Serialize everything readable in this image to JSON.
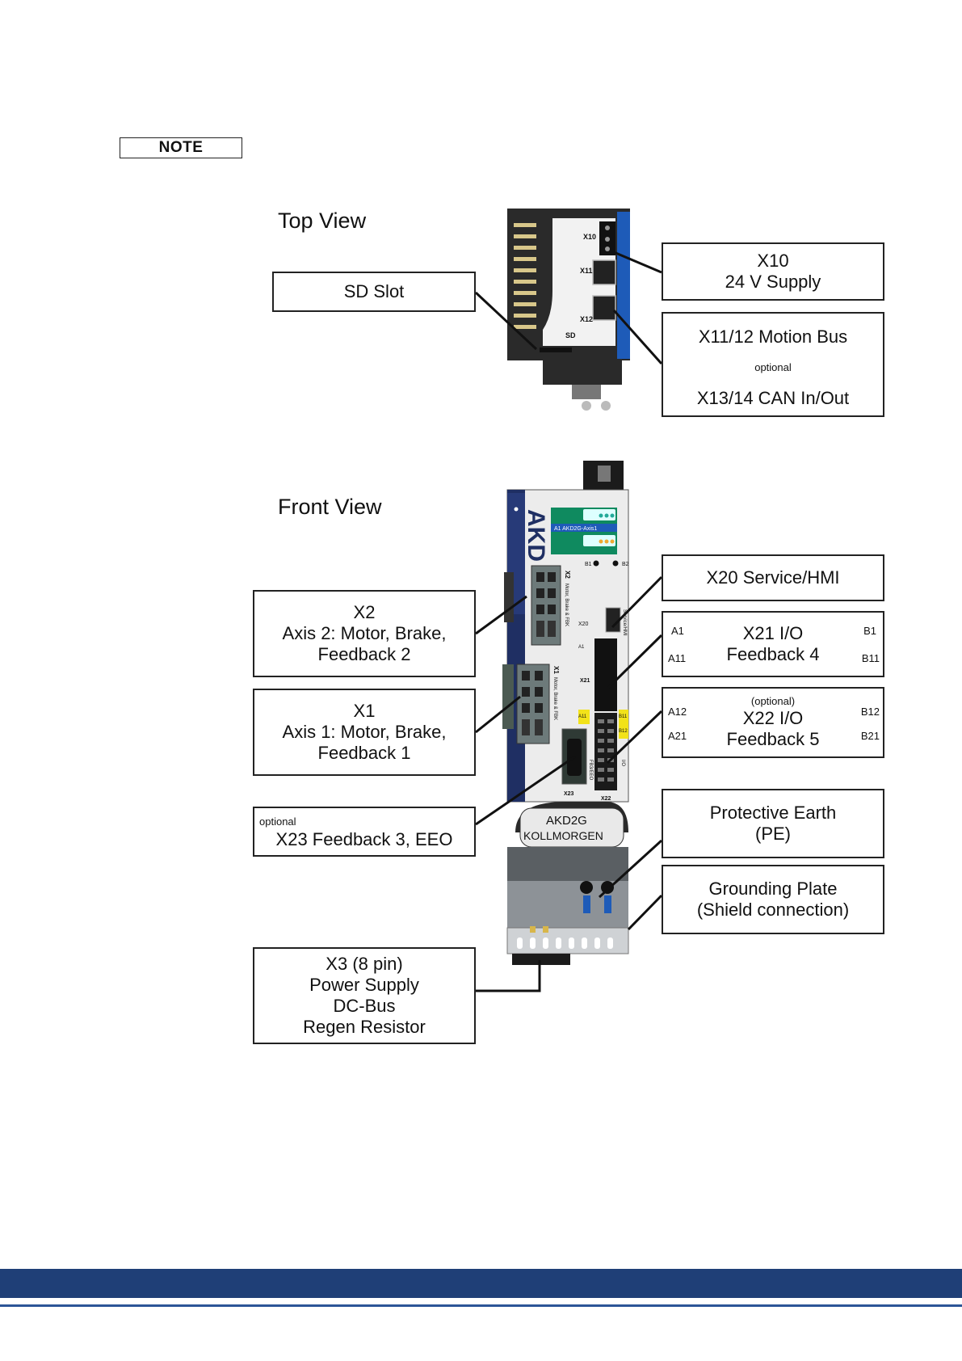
{
  "note": {
    "label": "NOTE"
  },
  "headings": {
    "top_view": "Top View",
    "front_view": "Front View"
  },
  "callouts": {
    "sd_slot": "SD Slot",
    "x10": {
      "line1": "X10",
      "line2": "24 V Supply"
    },
    "x11_12": {
      "line1": "X11/12 Motion Bus",
      "optional": "optional",
      "line2": "X13/14 CAN In/Out"
    },
    "x20": "X20 Service/HMI",
    "x21": {
      "a1": "A1",
      "b1": "B1",
      "line1": "X21 I/O",
      "line2": "Feedback 4",
      "a11": "A11",
      "b11": "B11"
    },
    "x22": {
      "a12": "A12",
      "b12": "B12",
      "optional": "(optional)",
      "line1": "X22 I/O",
      "line2": "Feedback 5",
      "a21": "A21",
      "b21": "B21"
    },
    "x2": {
      "line1": "X2",
      "line2": "Axis 2: Motor, Brake,",
      "line3": "Feedback 2"
    },
    "x1": {
      "line1": "X1",
      "line2": "Axis 1: Motor, Brake,",
      "line3": "Feedback 1"
    },
    "x23": {
      "optional": "optional",
      "line1": "X23 Feedback 3, EEO"
    },
    "pe": {
      "line1": "Protective Earth",
      "line2": "(PE)"
    },
    "grounding": {
      "line1": "Grounding Plate",
      "line2": "(Shield connection)"
    },
    "x3": {
      "line1": "X3 (8 pin)",
      "line2": "Power Supply",
      "line3": "DC-Bus",
      "line4": "Regen Resistor"
    }
  },
  "device": {
    "top_labels": {
      "x10": "X10",
      "x11": "X11",
      "x12": "X12",
      "sd": "SD"
    },
    "front_labels": {
      "brand": "AKD",
      "display_text": "A1 AKD2G-Axis1",
      "b1": "B1",
      "b2": "B2",
      "x2": "X2",
      "x2_desc": "Motor, Brake & FBK",
      "x1": "X1",
      "x1_desc": "Motor, Brake & FBK",
      "x20": "X20",
      "x20_desc": "Service/HMI",
      "x21": "X21",
      "x22": "X22",
      "x23": "X23",
      "a1": "A1",
      "a11": "A11",
      "b11": "B11",
      "b12": "B12",
      "fb_label": "FB3/EEO",
      "io_label": "I/O",
      "plate_line1": "AKD2G",
      "plate_line2": "KOLLMORGEN"
    }
  },
  "colors": {
    "footer": "#1f3f77",
    "accent_blue": "#1e5bb8",
    "yellow": "#f2e21a",
    "device_dark": "#2a2a2a"
  }
}
